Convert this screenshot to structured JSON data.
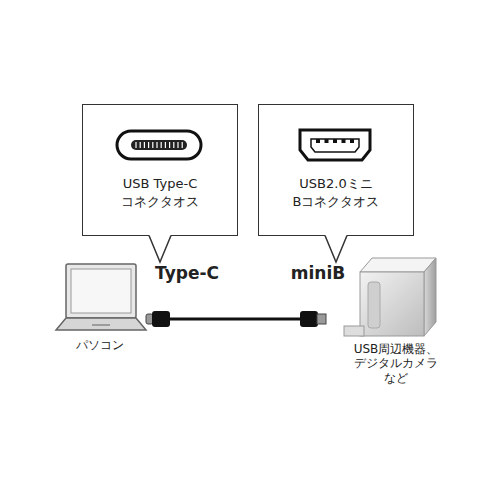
{
  "diagram": {
    "nodes": [
      {
        "text": [
          "USB Type-C コネクタオス"
        ]
      },
      {
        "text": [
          "USB2.0ミニ Bコネクタオス"
        ]
      }
    ],
    "labels": [
      "Type-C",
      "miniB",
      "パソコン",
      "USB周辺機器、デジタルカメラ など"
    ]
  }
}
